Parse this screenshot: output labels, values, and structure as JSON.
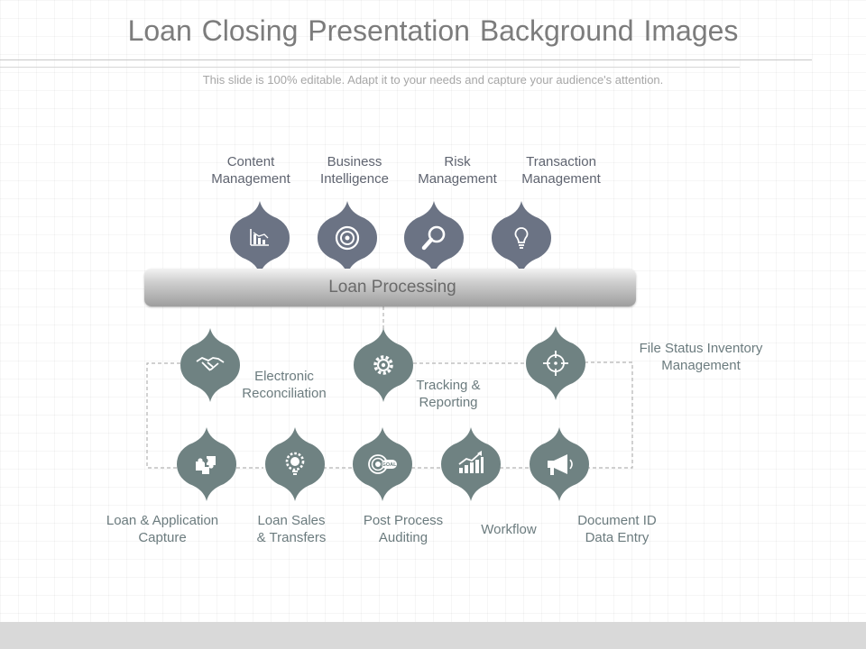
{
  "slide": {
    "title": "Loan Closing Presentation Background Images",
    "subtitle": "This slide is 100% editable. Adapt it to your needs and capture your audience's attention."
  },
  "center_bar": {
    "label": "Loan Processing"
  },
  "top_items": [
    {
      "line1": "Content",
      "line2": "Management",
      "icon": "bar-chart-icon"
    },
    {
      "line1": "Business",
      "line2": "Intelligence",
      "icon": "target-icon"
    },
    {
      "line1": "Risk",
      "line2": "Management",
      "icon": "magnifier-icon"
    },
    {
      "line1": "Transaction",
      "line2": "Management",
      "icon": "lightbulb-icon"
    }
  ],
  "middle_items": [
    {
      "line1": "Electronic",
      "line2": "Reconciliation",
      "icon": "handshake-icon"
    },
    {
      "line1": "Tracking &",
      "line2": "Reporting",
      "icon": "gear-icon"
    },
    {
      "line1": "File Status Inventory",
      "line2": "Management",
      "icon": "crosshair-icon"
    }
  ],
  "bottom_items": [
    {
      "line1": "Loan & Application",
      "line2": "Capture",
      "icon": "puzzle-icon"
    },
    {
      "line1": "Loan Sales",
      "line2": "& Transfers",
      "icon": "bulb-gear-icon"
    },
    {
      "line1": "Post Process",
      "line2": "Auditing",
      "icon": "goal-icon",
      "badge": "GOAL"
    },
    {
      "line1": "Workflow",
      "line2": "",
      "icon": "growth-chart-icon"
    },
    {
      "line1": "Document ID",
      "line2": "Data Entry",
      "icon": "megaphone-icon"
    }
  ],
  "colors": {
    "top_shape": "#6b7384",
    "lower_shape": "#6f8282",
    "connector": "#b5b5b5",
    "title_text": "#7c7c7c",
    "label_text": "#6b7b7e"
  }
}
